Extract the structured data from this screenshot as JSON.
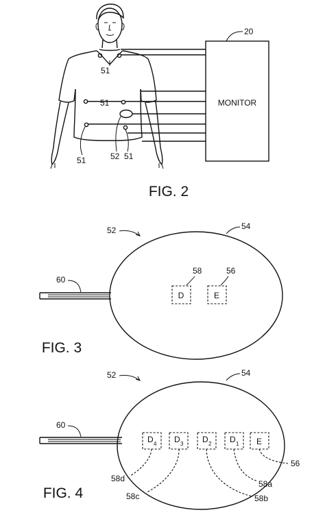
{
  "fig2": {
    "caption": "FIG. 2",
    "monitor_label": "MONITOR",
    "monitor_ref": "20",
    "electrode_ref": "51",
    "device_ref": "52"
  },
  "fig3": {
    "caption": "FIG. 3",
    "device_ref": "52",
    "body_ref": "54",
    "e_ref": "56",
    "d_ref": "58",
    "lead_ref": "60",
    "d_label": "D",
    "e_label": "E"
  },
  "fig4": {
    "caption": "FIG. 4",
    "device_ref": "52",
    "body_ref": "54",
    "lead_ref": "60",
    "e_ref": "56",
    "d_label": "D",
    "e_label": "E",
    "d_subs": [
      "4",
      "3",
      "2",
      "1"
    ],
    "refs": [
      "58d",
      "58c",
      "58b",
      "58a"
    ]
  }
}
